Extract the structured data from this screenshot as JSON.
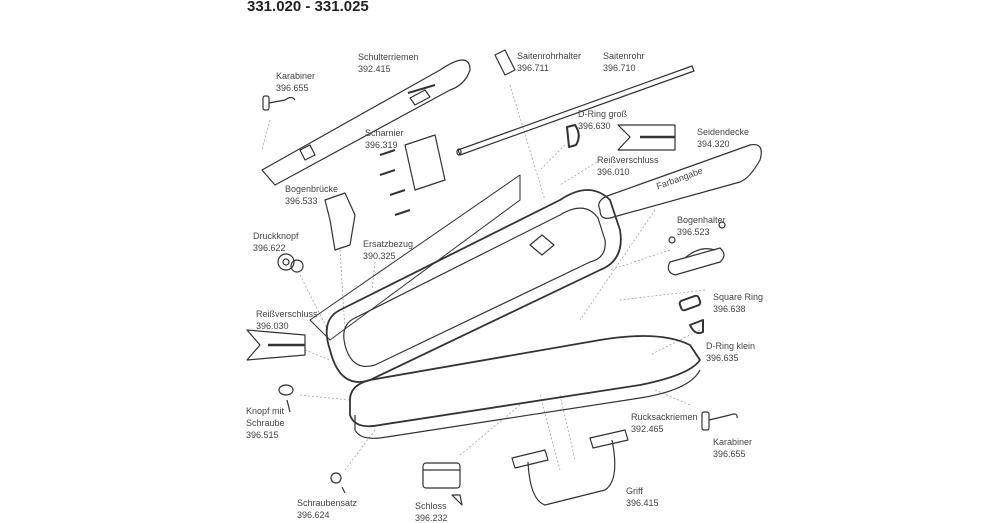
{
  "title": "331.020 - 331.025",
  "cover_note": "Farbangabe",
  "parts": [
    {
      "id": "schulterriemen",
      "name": "Schulterriemen",
      "number": "392.415"
    },
    {
      "id": "karabiner-top",
      "name": "Karabiner",
      "number": "396.655"
    },
    {
      "id": "saitenrohrhalter",
      "name": "Saitenrohrhalter",
      "number": "396.711"
    },
    {
      "id": "saitenrohr",
      "name": "Saitenrohr",
      "number": "396.710"
    },
    {
      "id": "d-ring-gross",
      "name": "D-Ring groß",
      "number": "396.630"
    },
    {
      "id": "scharnier",
      "name": "Scharnier",
      "number": "396.319"
    },
    {
      "id": "seidendecke",
      "name": "Seidendecke",
      "number": "394.320"
    },
    {
      "id": "reissverschluss-top",
      "name": "Reißverschluss",
      "number": "396.010"
    },
    {
      "id": "bogenbruecke",
      "name": "Bogenbrücke",
      "number": "396.533"
    },
    {
      "id": "bogenhalter",
      "name": "Bogenhalter",
      "number": "396.523"
    },
    {
      "id": "druckknopf",
      "name": "Druckknopf",
      "number": "396.622"
    },
    {
      "id": "ersatzbezug",
      "name": "Ersatzbezug",
      "number": "390.325"
    },
    {
      "id": "square-ring",
      "name": "Square Ring",
      "number": "396.638"
    },
    {
      "id": "reissverschluss-left",
      "name": "Reißverschluss",
      "number": "396.030"
    },
    {
      "id": "d-ring-klein",
      "name": "D-Ring klein",
      "number": "396.635"
    },
    {
      "id": "knopf-mit-schraube",
      "name": "Knopf mit",
      "name2": "Schraube",
      "number": "396.515"
    },
    {
      "id": "rucksackriemen",
      "name": "Rucksackriemen",
      "number": "392.465"
    },
    {
      "id": "karabiner-bottom",
      "name": "Karabiner",
      "number": "396.655"
    },
    {
      "id": "griff",
      "name": "Griff",
      "number": "396.415"
    },
    {
      "id": "schraubensatz",
      "name": "Schraubensatz",
      "number": "396.624"
    },
    {
      "id": "schloss",
      "name": "Schloss",
      "number": "396.232"
    }
  ]
}
